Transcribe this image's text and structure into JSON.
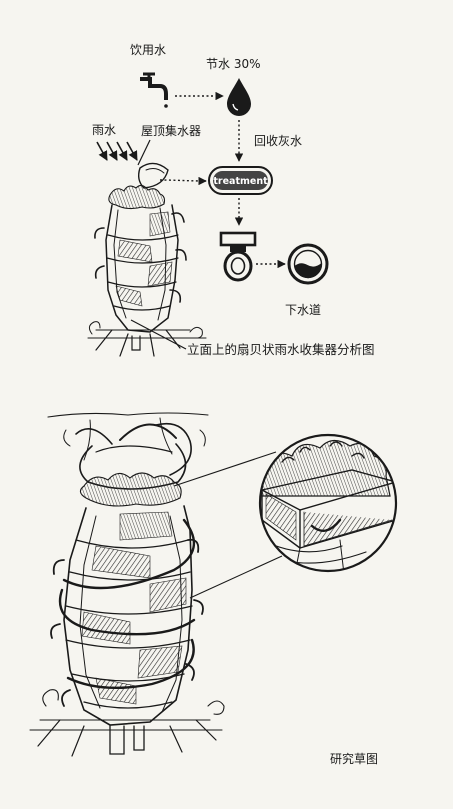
{
  "labels": {
    "drinking_water": "饮用水",
    "water_saving": "节水 30%",
    "rain": "雨水",
    "roof_collector": "屋顶集水器",
    "grey_water": "回收灰水",
    "treatment": "treatment",
    "sewer": "下水道",
    "facade_analysis": "立面上的扇贝状雨水收集器分析图",
    "research_sketch": "研究草图"
  },
  "icons": {
    "faucet": "faucet-icon",
    "drop": "water-drop-icon",
    "toilet": "toilet-icon",
    "sewer": "sewer-icon"
  },
  "colors": {
    "ink": "#1a1a1a",
    "paper": "#f6f5f0",
    "treatment_fill": "#444444"
  }
}
